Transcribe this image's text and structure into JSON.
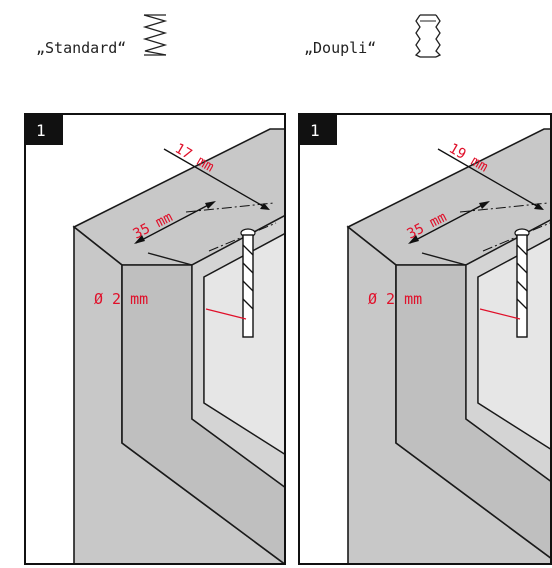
{
  "options": [
    {
      "caption": "„Standard“",
      "icon": "zigzag-icon",
      "step": "1",
      "dim_depth": "35 mm",
      "dim_offset": "17 mm",
      "dim_drill": "Ø 2 mm"
    },
    {
      "caption": "„Doupli“",
      "icon": "double-zigzag-icon",
      "step": "1",
      "dim_depth": "35 mm",
      "dim_offset": "19 mm",
      "dim_drill": "Ø 2 mm"
    }
  ],
  "colors": {
    "frame_face": "#c8c8c8",
    "frame_outline": "#1a1a1a",
    "glass": "#e6e6e6",
    "dimension_text": "#e0102a",
    "label_bg": "#111111"
  }
}
